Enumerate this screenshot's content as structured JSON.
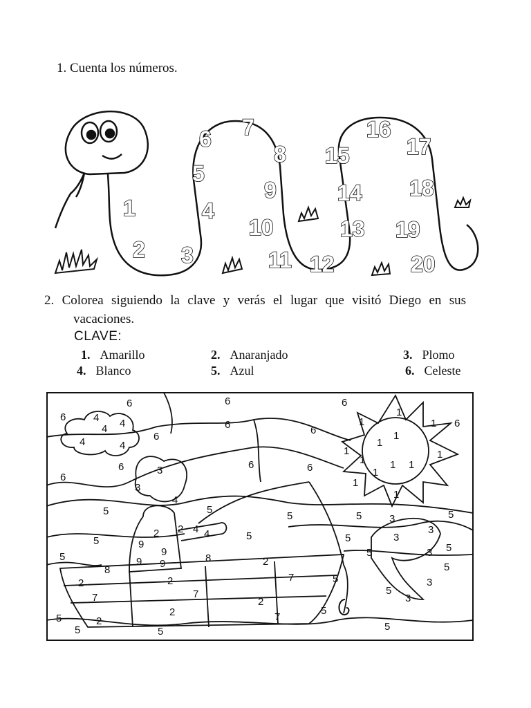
{
  "question1": "1. Cuenta los números.",
  "question2_line1": "2. Colorea siguiendo la clave y verás el lugar que visitó Diego en sus",
  "question2_line2": "vacaciones.",
  "clave_title": "CLAVE:",
  "key": [
    {
      "num": "1.",
      "color": "Amarillo"
    },
    {
      "num": "2.",
      "color": "Anaranjado"
    },
    {
      "num": "3.",
      "color": "Plomo"
    },
    {
      "num": "4.",
      "color": "Blanco"
    },
    {
      "num": "5.",
      "color": "Azul"
    },
    {
      "num": "6.",
      "color": "Celeste"
    }
  ],
  "snake_numbers": [
    "1",
    "2",
    "3",
    "4",
    "5",
    "6",
    "7",
    "8",
    "9",
    "10",
    "11",
    "12",
    "13",
    "14",
    "15",
    "16",
    "17",
    "18",
    "19",
    "20"
  ],
  "picture_numbers": {
    "sky": [
      "6",
      "6",
      "6",
      "6",
      "6",
      "6",
      "6",
      "6",
      "6",
      "6",
      "6",
      "6"
    ],
    "cloud": [
      "4",
      "4",
      "4",
      "4",
      "4"
    ],
    "sun": [
      "1",
      "1",
      "1",
      "1",
      "1",
      "1",
      "1",
      "1",
      "1",
      "1",
      "1",
      "1",
      "1"
    ],
    "boy": [
      "3",
      "3",
      "4",
      "2",
      "2",
      "4",
      "4",
      "9",
      "9",
      "9",
      "9",
      "8",
      "8"
    ],
    "water": [
      "5",
      "5",
      "5",
      "5",
      "5",
      "5",
      "5",
      "5",
      "5",
      "5",
      "5",
      "5",
      "5",
      "5",
      "5",
      "5",
      "5",
      "5",
      "5"
    ],
    "boat": [
      "2",
      "2",
      "2",
      "2",
      "2",
      "2",
      "7",
      "7",
      "7",
      "7"
    ],
    "fish": [
      "3",
      "3",
      "3",
      "3",
      "3",
      "3"
    ]
  }
}
